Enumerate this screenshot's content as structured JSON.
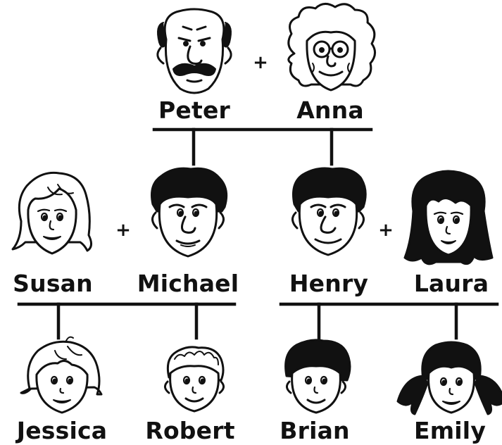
{
  "people": {
    "peter": "Peter",
    "anna": "Anna",
    "susan": "Susan",
    "michael": "Michael",
    "henry": "Henry",
    "laura": "Laura",
    "jessica": "Jessica",
    "robert": "Robert",
    "brian": "Brian",
    "emily": "Emily"
  },
  "symbols": {
    "couple_sign": "+"
  },
  "colors": {
    "ink": "#111111",
    "background": "#ffffff"
  }
}
